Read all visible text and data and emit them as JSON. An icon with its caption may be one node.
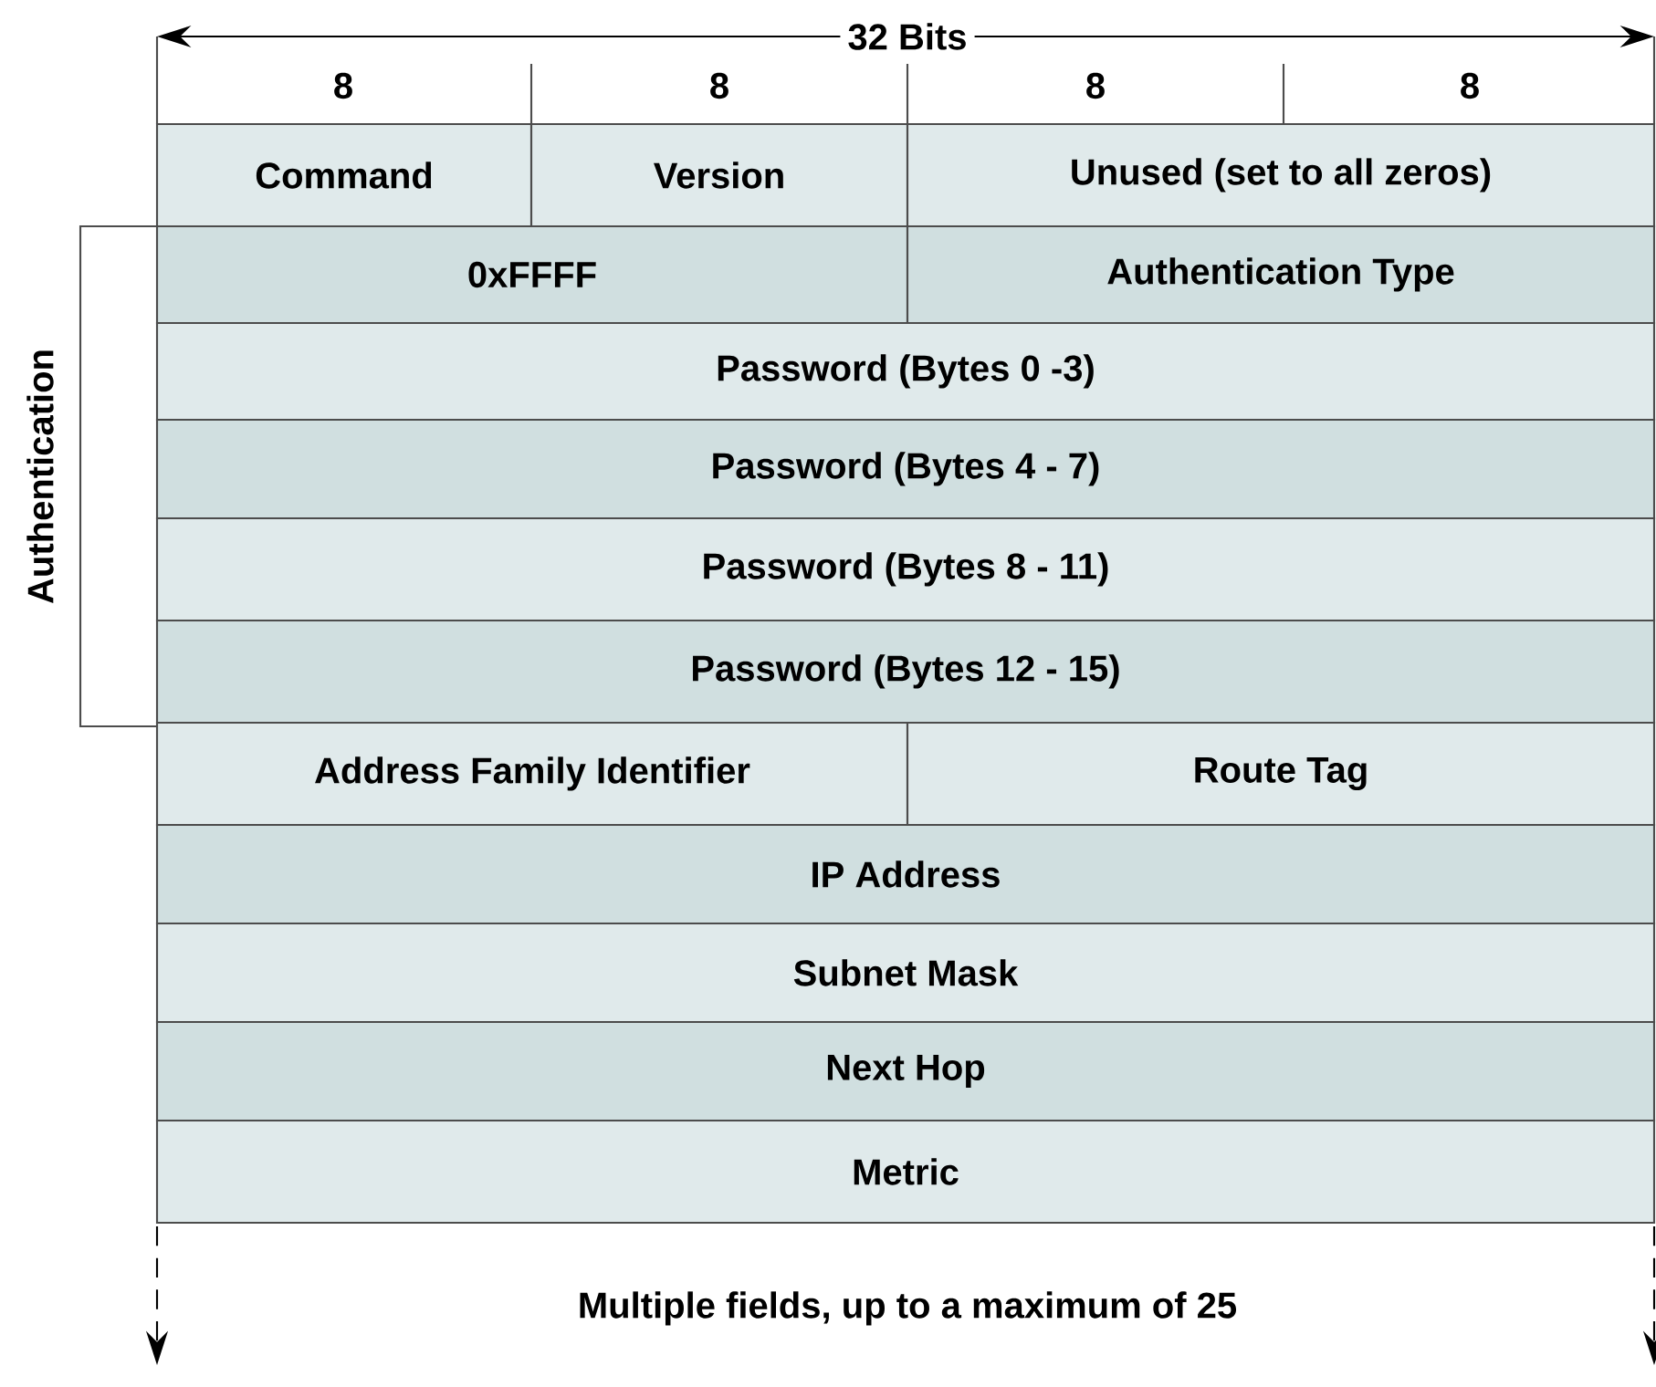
{
  "diagram": {
    "nodes": [
      {
        "text": [
          "Command"
        ]
      },
      {
        "text": [
          "Version"
        ]
      },
      {
        "text": [
          "Unused (set to all zeros)"
        ]
      },
      {
        "text": [
          "0xFFFF"
        ]
      },
      {
        "text": [
          "Authentication Type"
        ]
      },
      {
        "text": [
          "Password (Bytes 0 -3)"
        ]
      },
      {
        "text": [
          "Password (Bytes 4 - 7)"
        ]
      },
      {
        "text": [
          "Password (Bytes 8 - 11)"
        ]
      },
      {
        "text": [
          "Password (Bytes 12 - 15)"
        ]
      },
      {
        "text": [
          "Address Family Identifier"
        ]
      },
      {
        "text": [
          "Route Tag"
        ]
      },
      {
        "text": [
          "IP Address"
        ]
      },
      {
        "text": [
          "Subnet Mask"
        ]
      },
      {
        "text": [
          "Next Hop"
        ]
      },
      {
        "text": [
          "Metric"
        ]
      }
    ],
    "labels": [
      "32 Bits",
      "8",
      "8",
      "8",
      "8",
      "Authentication",
      "Multiple fields, up to a maximum of 25"
    ]
  }
}
